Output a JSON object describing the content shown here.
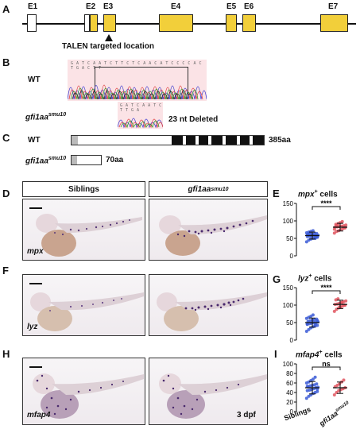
{
  "panelA": {
    "label": "A",
    "exons": [
      "E1",
      "E2",
      "E3",
      "E4",
      "E5",
      "E6",
      "E7"
    ],
    "talen": "TALEN targeted location"
  },
  "panelB": {
    "label": "B",
    "wt": "WT",
    "mut_base": "gfi1aa",
    "mut_sup": "smu10",
    "deleted": "23 nt Deleted",
    "seq_wt": "G A T C A A T C T T C T C A A C A T C C C C A C T G A C T T",
    "seq_mut": "G A T C A A T C T T G A"
  },
  "panelC": {
    "label": "C",
    "wt": "WT",
    "wt_len": "385aa",
    "mut_base": "gfi1aa",
    "mut_sup": "smu10",
    "mut_len": "70aa"
  },
  "panelD": {
    "label": "D",
    "siblings": "Siblings",
    "mut_base": "gfi1aa",
    "mut_sup": "smu10",
    "gene": "mpx"
  },
  "panelF": {
    "label": "F",
    "gene": "lyz"
  },
  "panelH": {
    "label": "H",
    "gene": "mfap4",
    "stage": "3 dpf"
  },
  "panelE": {
    "label": "E",
    "title_gene": "mpx",
    "title_sup": "+",
    "title_rest": " cells",
    "sig": "****"
  },
  "panelG": {
    "label": "G",
    "title_gene": "lyz",
    "title_sup": "+",
    "title_rest": " cells",
    "sig": "****"
  },
  "panelI": {
    "label": "I",
    "title_gene": "mfap4",
    "title_sup": "+",
    "title_rest": " cells",
    "sig": "ns",
    "x1": "Siblings",
    "x2_base": "gfi1aa",
    "x2_sup": "smu10"
  },
  "chart_data": [
    {
      "type": "scatter",
      "title": "mpx+ cells",
      "yticks": [
        "150",
        "100",
        "50",
        "0"
      ],
      "ylim": [
        0,
        150
      ],
      "series": [
        {
          "name": "Siblings",
          "mean": 58,
          "sd": 10,
          "color": "#3b5bd6",
          "values": [
            40,
            45,
            48,
            50,
            52,
            53,
            55,
            56,
            57,
            58,
            58,
            59,
            60,
            61,
            62,
            63,
            64,
            66,
            68,
            70,
            72,
            50,
            55,
            60,
            65
          ]
        },
        {
          "name": "gfi1aa smu10",
          "mean": 82,
          "sd": 11,
          "color": "#e0555f",
          "values": [
            65,
            70,
            72,
            75,
            78,
            80,
            82,
            83,
            84,
            85,
            86,
            88,
            90,
            92,
            95,
            98,
            80,
            76,
            87
          ]
        }
      ]
    },
    {
      "type": "scatter",
      "title": "lyz+ cells",
      "yticks": [
        "150",
        "100",
        "50",
        "0"
      ],
      "ylim": [
        0,
        150
      ],
      "series": [
        {
          "name": "Siblings",
          "mean": 50,
          "sd": 13,
          "color": "#3b5bd6",
          "values": [
            25,
            30,
            35,
            38,
            40,
            42,
            45,
            47,
            48,
            50,
            50,
            52,
            53,
            55,
            57,
            58,
            60,
            62,
            65,
            68,
            72,
            44,
            56,
            46
          ]
        },
        {
          "name": "gfi1aa smu10",
          "mean": 102,
          "sd": 12,
          "color": "#e0555f",
          "values": [
            82,
            88,
            92,
            95,
            98,
            100,
            102,
            103,
            105,
            107,
            110,
            112,
            115,
            118,
            96,
            108,
            100
          ]
        }
      ]
    },
    {
      "type": "scatter",
      "title": "mfap4+ cells",
      "yticks": [
        "100",
        "80",
        "60",
        "40",
        "20",
        "0"
      ],
      "ylim": [
        0,
        100
      ],
      "series": [
        {
          "name": "Siblings",
          "mean": 50,
          "sd": 13,
          "color": "#3b5bd6",
          "values": [
            28,
            32,
            35,
            38,
            40,
            42,
            44,
            45,
            46,
            48,
            50,
            51,
            52,
            54,
            55,
            56,
            58,
            60,
            62,
            65,
            68,
            72,
            47,
            53
          ]
        },
        {
          "name": "gfi1aa smu10",
          "mean": 50,
          "sd": 12,
          "color": "#e0555f",
          "values": [
            35,
            40,
            44,
            46,
            48,
            50,
            52,
            55,
            58,
            62,
            66
          ]
        }
      ]
    }
  ]
}
